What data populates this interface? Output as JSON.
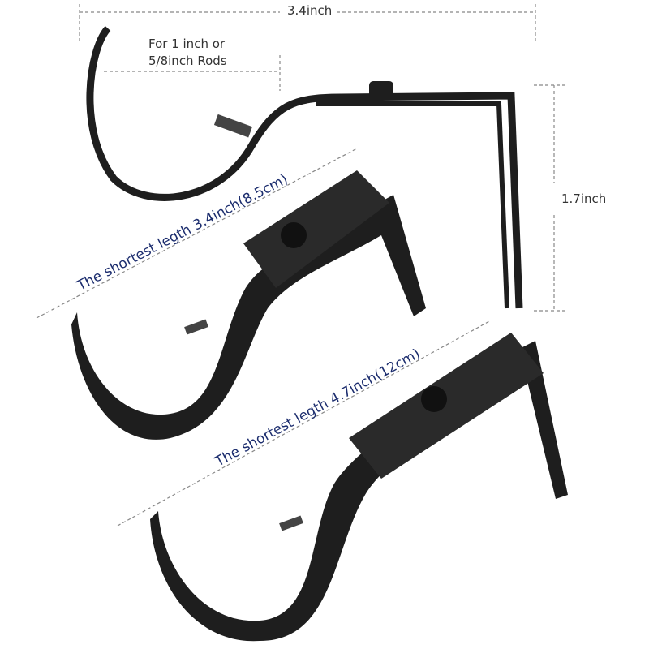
{
  "dimensions": {
    "top_width": "3.4inch",
    "rod_note_line1": "For 1 inch or",
    "rod_note_line2": "5/8inch Rods",
    "height": "1.7inch",
    "short_bracket": "The shortest legth 3.4inch(8.5cm)",
    "long_bracket": "The shortest legth 4.7inch(12cm)"
  },
  "colors": {
    "text_blue": "#1c2d6e",
    "metal": "#1e1e1e",
    "dim_line": "#888888"
  }
}
